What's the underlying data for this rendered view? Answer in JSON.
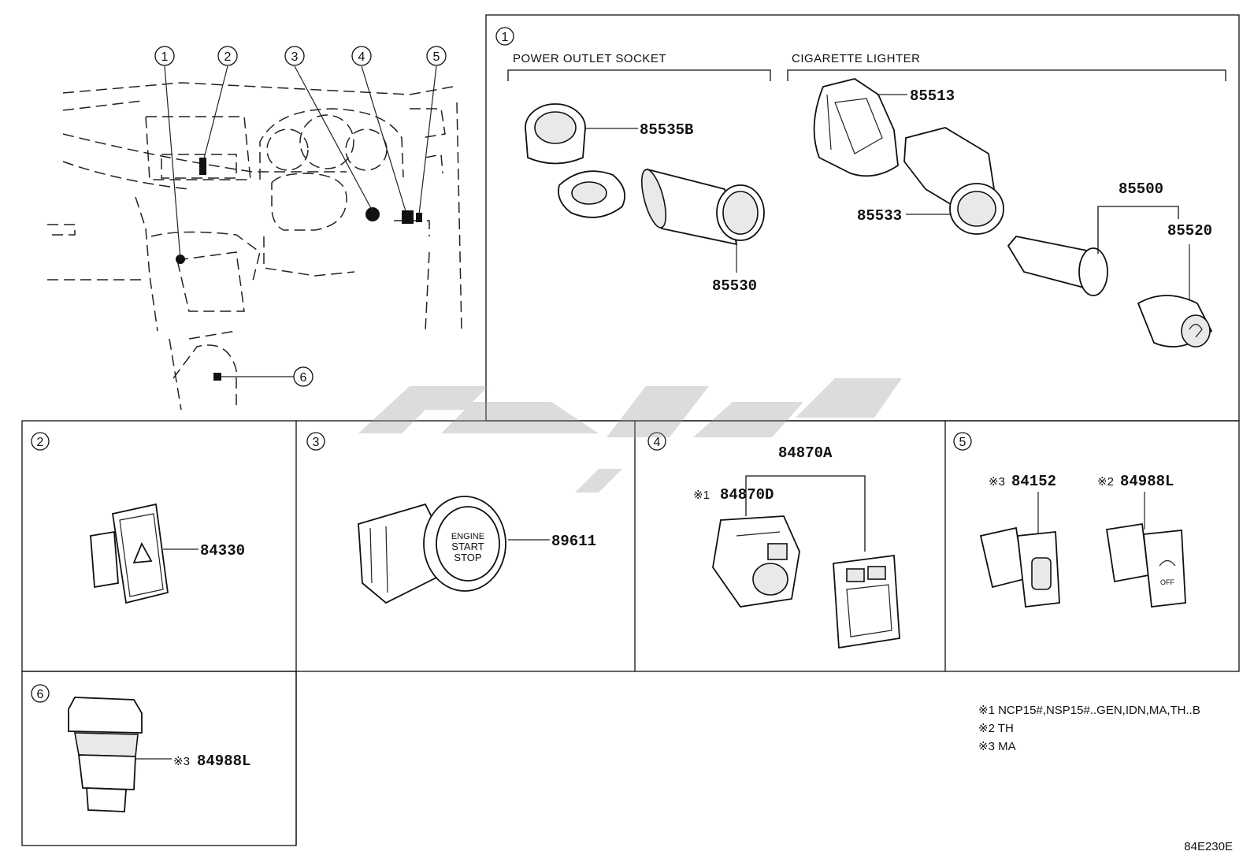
{
  "overview": {
    "callouts": [
      "1",
      "2",
      "3",
      "4",
      "5",
      "6"
    ]
  },
  "panel1": {
    "index": "1",
    "header_power": "POWER OUTLET SOCKET",
    "header_cig": "CIGARETTE LIGHTER",
    "parts": [
      "85535B",
      "85530",
      "85513",
      "85533",
      "85500",
      "85520"
    ]
  },
  "panel2": {
    "index": "2",
    "part": "84330"
  },
  "panel3": {
    "index": "3",
    "part": "89611",
    "button_text": [
      "ENGINE",
      "START",
      "STOP"
    ]
  },
  "panel4": {
    "index": "4",
    "part_a": "84870A",
    "mark_d": "※1",
    "part_d": "84870D"
  },
  "panel5": {
    "index": "5",
    "mark_a": "※3",
    "part_a": "84152",
    "mark_b": "※2",
    "part_b": "84988L",
    "off_label": "OFF"
  },
  "panel6": {
    "index": "6",
    "mark": "※3",
    "part": "84988L"
  },
  "notes": [
    "※1 NCP15#,NSP15#..GEN,IDN,MA,TH..B",
    "※2 TH",
    "※3 MA"
  ],
  "figure_code": "84E230E"
}
